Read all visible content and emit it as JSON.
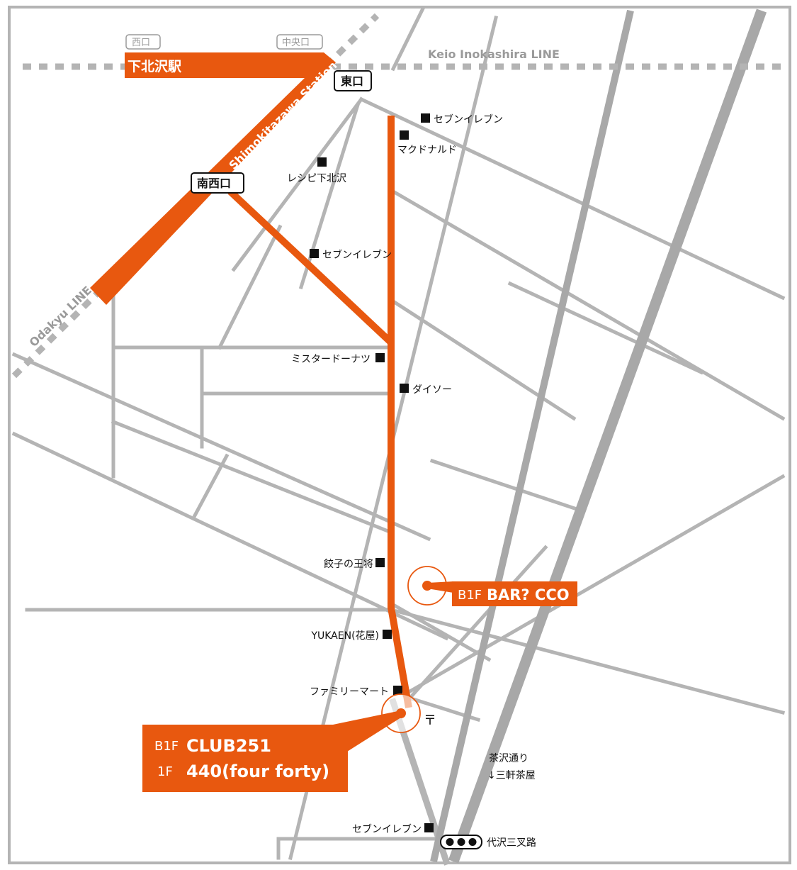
{
  "railways": {
    "keio": {
      "name": "Keio Inokashira LINE"
    },
    "odakyu": {
      "name": "Odakyu LINE"
    }
  },
  "station": {
    "name_jp": "下北沢駅",
    "name_en": "Shimokitazawa Station",
    "exits": {
      "west": "西口",
      "central": "中央口",
      "east": "東口",
      "southwest": "南西口"
    }
  },
  "landmarks": [
    {
      "id": "seven-eleven-north",
      "label": "セブンイレブン"
    },
    {
      "id": "mcdonalds",
      "label": "マクドナルド"
    },
    {
      "id": "recipe",
      "label": "レシピ下北沢"
    },
    {
      "id": "seven-eleven-mid",
      "label": "セブンイレブン"
    },
    {
      "id": "mister-donut",
      "label": "ミスタードーナツ"
    },
    {
      "id": "daiso",
      "label": "ダイソー"
    },
    {
      "id": "gyoza-no-ohsho",
      "label": "餃子の王将"
    },
    {
      "id": "yukaen",
      "label": "YUKAEN(花屋)"
    },
    {
      "id": "familymart",
      "label": "ファミリーマート"
    },
    {
      "id": "seven-eleven-south",
      "label": "セブンイレブン"
    },
    {
      "id": "daizawa-sansaro",
      "label": "代沢三叉路"
    }
  ],
  "street": {
    "name": "茶沢通り",
    "direction": "↓三軒茶屋"
  },
  "post_office_symbol": "〒",
  "venues": {
    "bar_cco": {
      "floor": "B1F",
      "name": "BAR? CCO"
    },
    "club": [
      {
        "floor": "B1F",
        "name": "CLUB251"
      },
      {
        "floor": "1F",
        "name": "440(four forty)"
      }
    ]
  },
  "colors": {
    "route": "#e8580f",
    "road": "#b4b4b4",
    "railway_label": "#9a9a9a",
    "text": "#111111"
  }
}
